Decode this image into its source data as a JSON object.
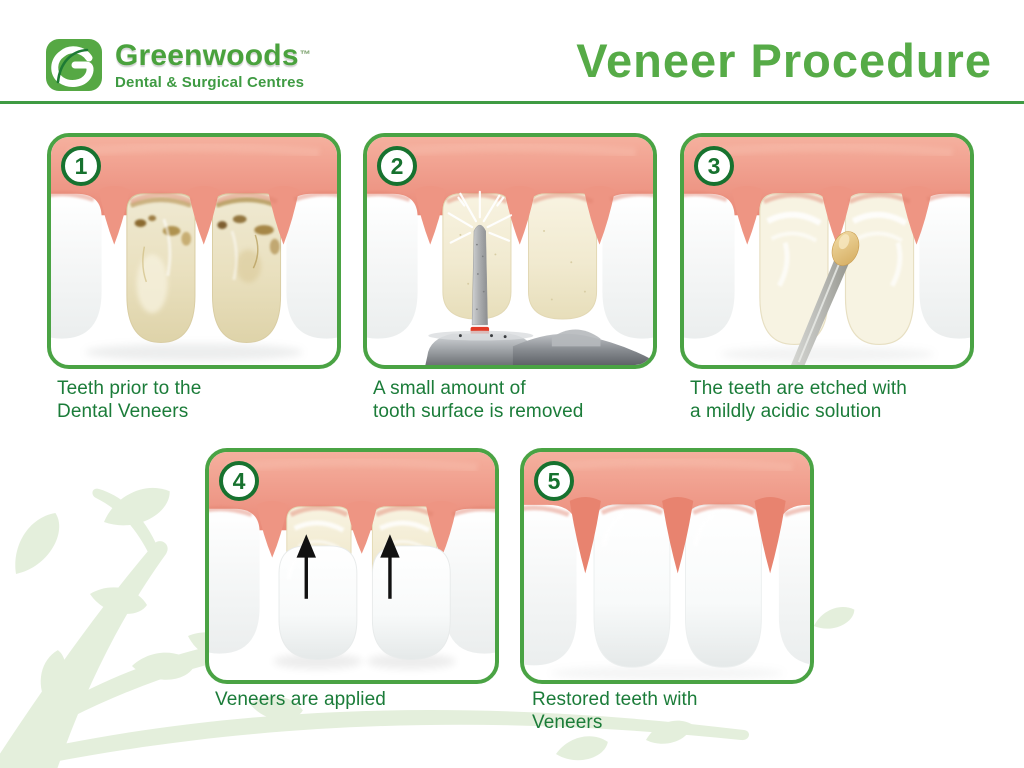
{
  "header": {
    "brand": "Greenwoods",
    "trademark": "™",
    "tagline": "Dental & Surgical Centres",
    "title": "Veneer Procedure",
    "logo_icon": "greenwoods-leaf-g-icon"
  },
  "colors": {
    "accent_green": "#56ab47",
    "caption_green": "#1b7c39",
    "badge_green": "#17722f",
    "divider_green": "#3f9b43",
    "panel_border_green": "#4aa344",
    "gum_pink": "#f09e8d",
    "leaf_background": "#e4efdc",
    "drill_red_band": "#e23b27"
  },
  "steps": [
    {
      "number": "1",
      "caption": "Teeth prior to the\nDental Veneers",
      "illustration": "discolored-teeth"
    },
    {
      "number": "2",
      "caption": "A small amount of\ntooth surface is removed",
      "illustration": "dental-drill-removing-surface"
    },
    {
      "number": "3",
      "caption": "The teeth are etched with\na mildly acidic solution",
      "illustration": "acid-etch-applicator"
    },
    {
      "number": "4",
      "caption": "Veneers are applied",
      "illustration": "veneers-applied-arrows"
    },
    {
      "number": "5",
      "caption": "Restored teeth with\nVeneers",
      "illustration": "restored-teeth"
    }
  ]
}
